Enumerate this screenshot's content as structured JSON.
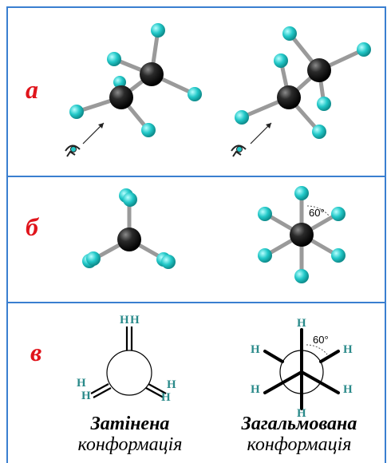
{
  "rows": {
    "a": {
      "label": "а"
    },
    "b": {
      "label": "б"
    },
    "c": {
      "label": "в"
    }
  },
  "angle_label": "60°",
  "atom_labels": {
    "hydrogen": "H"
  },
  "captions": {
    "eclipsed": {
      "line1": "Затінена",
      "line2": "конформація"
    },
    "staggered": {
      "line1": "Загальмована",
      "line2": "конформація"
    }
  },
  "colors": {
    "border": "#3a7fd0",
    "label": "#e0141b",
    "hydrogen": "#22c8c8",
    "carbon": "#1a1a1a",
    "bond": "#9a9a9a",
    "h_text": "#2a8a8a"
  },
  "icons": [
    "eye-icon",
    "viewing-arrow-icon"
  ]
}
